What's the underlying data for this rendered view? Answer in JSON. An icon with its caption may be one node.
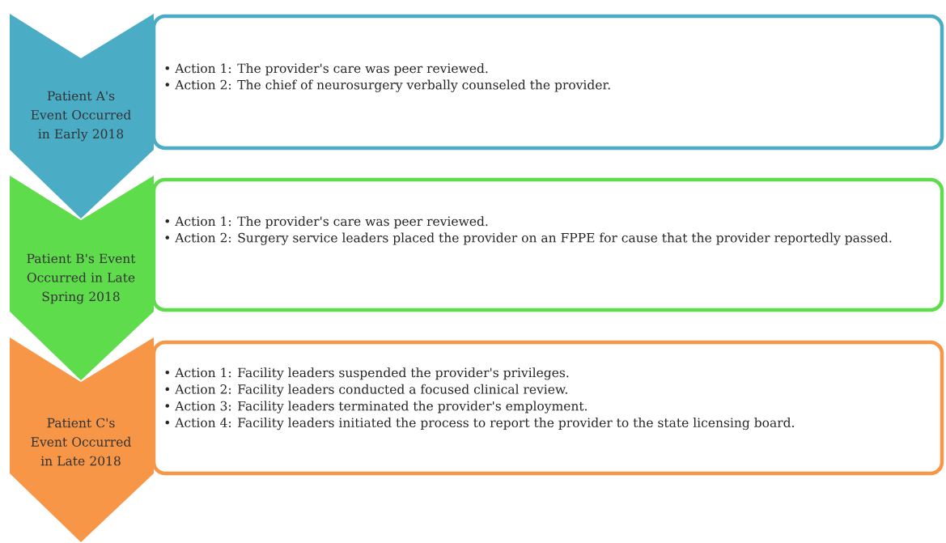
{
  "diagram": {
    "nodes": [
      {
        "text": [
          "Patient A's Event Occurred in Early 2018"
        ]
      },
      {
        "text": [
          "• Action 1: The provider's care was peer reviewed.",
          "• Action 2: The chief of neurosurgery verbally counseled the provider."
        ]
      },
      {
        "text": [
          "Patient B's Event Occurred in Late Spring 2018"
        ]
      },
      {
        "text": [
          "• Action 1: The provider's care was peer reviewed.",
          "• Action 2: Surgery service leaders placed the provider on an FPPE for cause that the provider reportedly passed."
        ]
      },
      {
        "text": [
          "Patient C's Event Occurred in Late 2018"
        ]
      },
      {
        "text": [
          "• Action 1: Facility leaders suspended the provider's privileges.",
          "• Action 2: Facility leaders conducted a focused clinical review.",
          "• Action 3: Facility leaders terminated the provider's employment.",
          "• Action 4: Facility leaders initiated the process to report the provider to the state licensing board."
        ]
      }
    ]
  }
}
